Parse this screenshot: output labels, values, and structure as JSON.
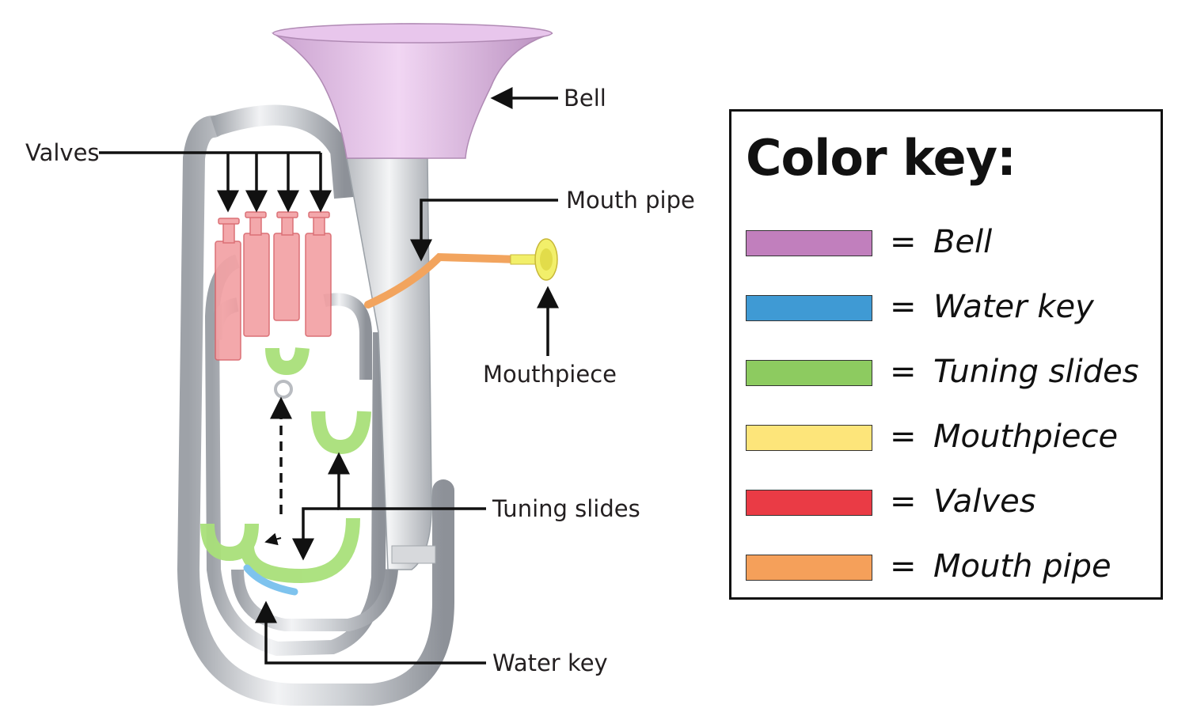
{
  "labels": {
    "bell": "Bell",
    "valves": "Valves",
    "mouth_pipe": "Mouth pipe",
    "mouthpiece": "Mouthpiece",
    "tuning_slides": "Tuning slides",
    "water_key": "Water key"
  },
  "legend": {
    "title": "Color key:",
    "items": [
      {
        "eq": "=",
        "label": "Bell",
        "color": "#c17fbd"
      },
      {
        "eq": "=",
        "label": "Water key",
        "color": "#3f9ad4"
      },
      {
        "eq": "=",
        "label": "Tuning slides",
        "color": "#8dcb60"
      },
      {
        "eq": "=",
        "label": "Mouthpiece",
        "color": "#fde57a"
      },
      {
        "eq": "=",
        "label": "Valves",
        "color": "#ea3b45"
      },
      {
        "eq": "=",
        "label": "Mouth pipe",
        "color": "#f5a05a"
      }
    ]
  },
  "colors": {
    "bell": "#d9a3dc",
    "valves": "#f08a8e",
    "tuning_slides": "#a9e07a",
    "mouthpiece": "#f2ef6a",
    "mouth_pipe": "#f2a45e",
    "water_key": "#7ec3ee",
    "silver": "#c9ccd0",
    "arrow": "#111111"
  }
}
